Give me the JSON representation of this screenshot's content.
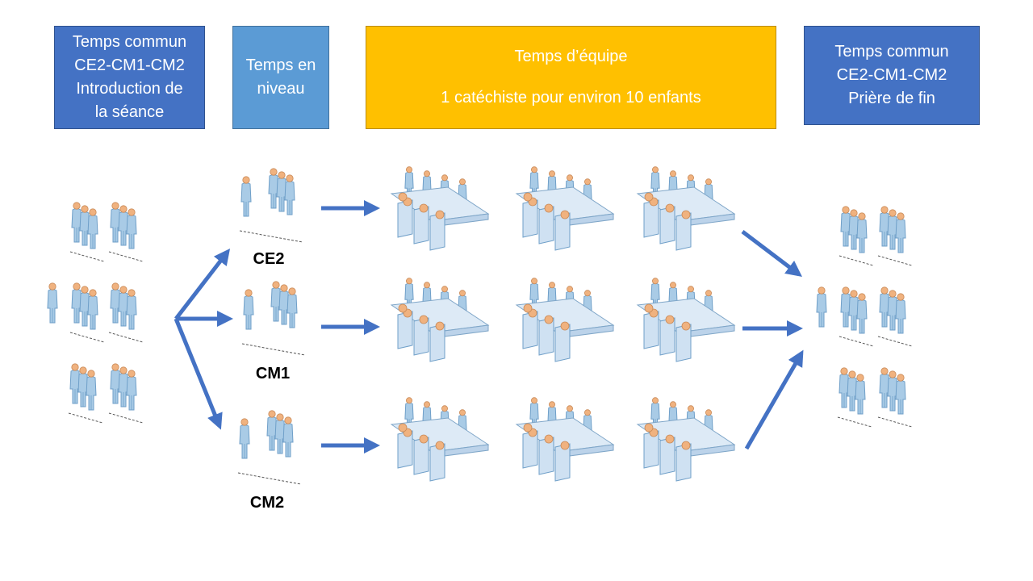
{
  "boxes": {
    "common_intro": {
      "lines": [
        "Temps commun",
        "CE2-CM1-CM2",
        "Introduction de",
        "la séance"
      ],
      "color": "#4472c4"
    },
    "level_time": {
      "lines": [
        "Temps en",
        "niveau"
      ],
      "color": "#5b9bd5"
    },
    "team_time": {
      "title": "Temps d’équipe",
      "subtitle": "1 catéchiste pour environ 10 enfants",
      "color": "#ffc000"
    },
    "common_end": {
      "lines": [
        "Temps commun",
        "CE2-CM1-CM2",
        "Prière de fin"
      ],
      "color": "#4472c4"
    }
  },
  "levels": [
    "CE2",
    "CM1",
    "CM2"
  ],
  "colors": {
    "arrow": "#4472c4",
    "person": "#a9cbe6",
    "person_dark": "#6f9fc8",
    "head": "#f0b27f",
    "table": "#ddeaf6"
  },
  "icons": [
    "people-group-icon",
    "classroom-table-icon",
    "arrow-icon"
  ]
}
